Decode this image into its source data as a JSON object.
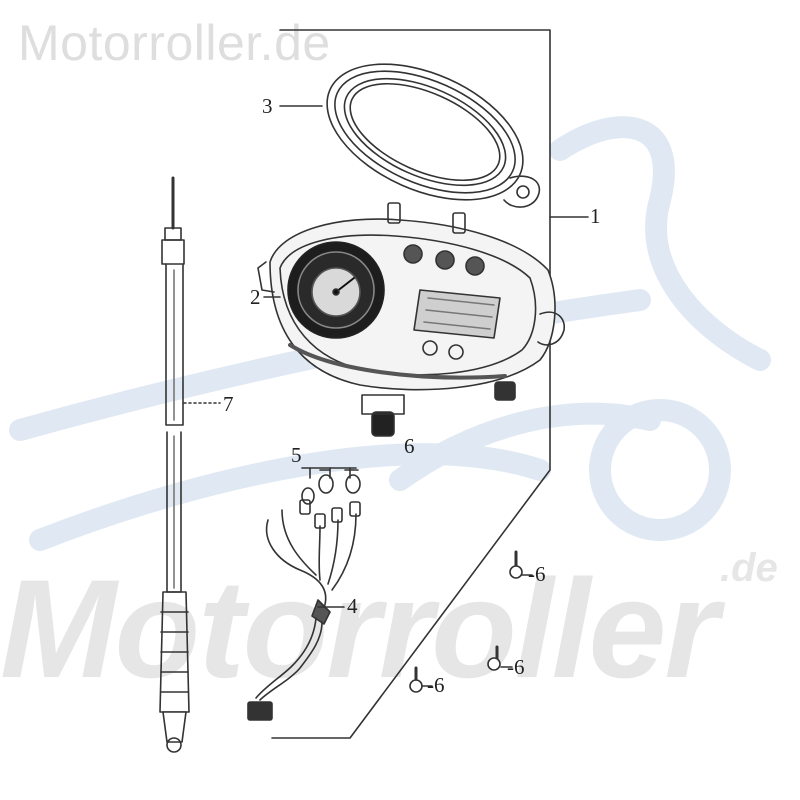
{
  "watermark": {
    "top_text": "Motorroller.de",
    "big_text": "Motorroller",
    "suffix": ".de"
  },
  "callouts": {
    "c1": "1",
    "c2": "2",
    "c3": "3",
    "c4": "4",
    "c5": "5",
    "c6_center": "6",
    "c6_right_top": "-6",
    "c6_right_bottom": "-6",
    "c6_left": "-6",
    "c7": "7"
  },
  "colors": {
    "line": "#333333",
    "watermark_logo": "#d6e2ef"
  }
}
